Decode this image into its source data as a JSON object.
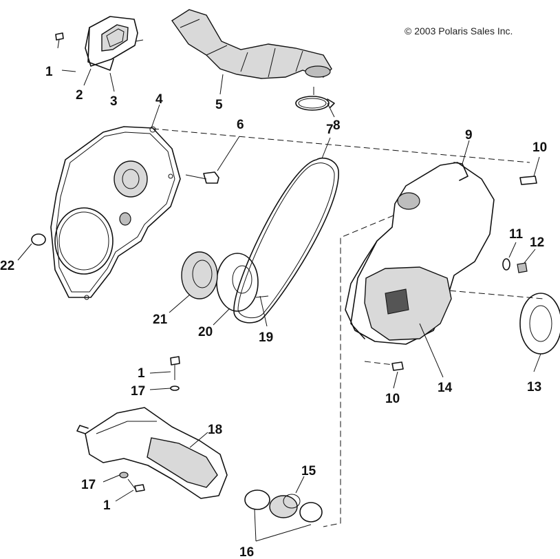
{
  "copyright": "© 2003 Polaris Sales Inc.",
  "callouts": [
    {
      "id": "c1a",
      "text": "1"
    },
    {
      "id": "c2",
      "text": "2"
    },
    {
      "id": "c3",
      "text": "3"
    },
    {
      "id": "c4",
      "text": "4"
    },
    {
      "id": "c5",
      "text": "5"
    },
    {
      "id": "c6",
      "text": "6"
    },
    {
      "id": "c7",
      "text": "7"
    },
    {
      "id": "c8",
      "text": "8"
    },
    {
      "id": "c9",
      "text": "9"
    },
    {
      "id": "c10a",
      "text": "10"
    },
    {
      "id": "c10b",
      "text": "10"
    },
    {
      "id": "c11",
      "text": "11"
    },
    {
      "id": "c12",
      "text": "12"
    },
    {
      "id": "c13",
      "text": "13"
    },
    {
      "id": "c14",
      "text": "14"
    },
    {
      "id": "c15",
      "text": "15"
    },
    {
      "id": "c16",
      "text": "16"
    },
    {
      "id": "c1b",
      "text": "1"
    },
    {
      "id": "c17a",
      "text": "17"
    },
    {
      "id": "c18",
      "text": "18"
    },
    {
      "id": "c17b",
      "text": "17"
    },
    {
      "id": "c1c",
      "text": "1"
    },
    {
      "id": "c19",
      "text": "19"
    },
    {
      "id": "c20",
      "text": "20"
    },
    {
      "id": "c21",
      "text": "21"
    },
    {
      "id": "c22",
      "text": "22"
    }
  ]
}
